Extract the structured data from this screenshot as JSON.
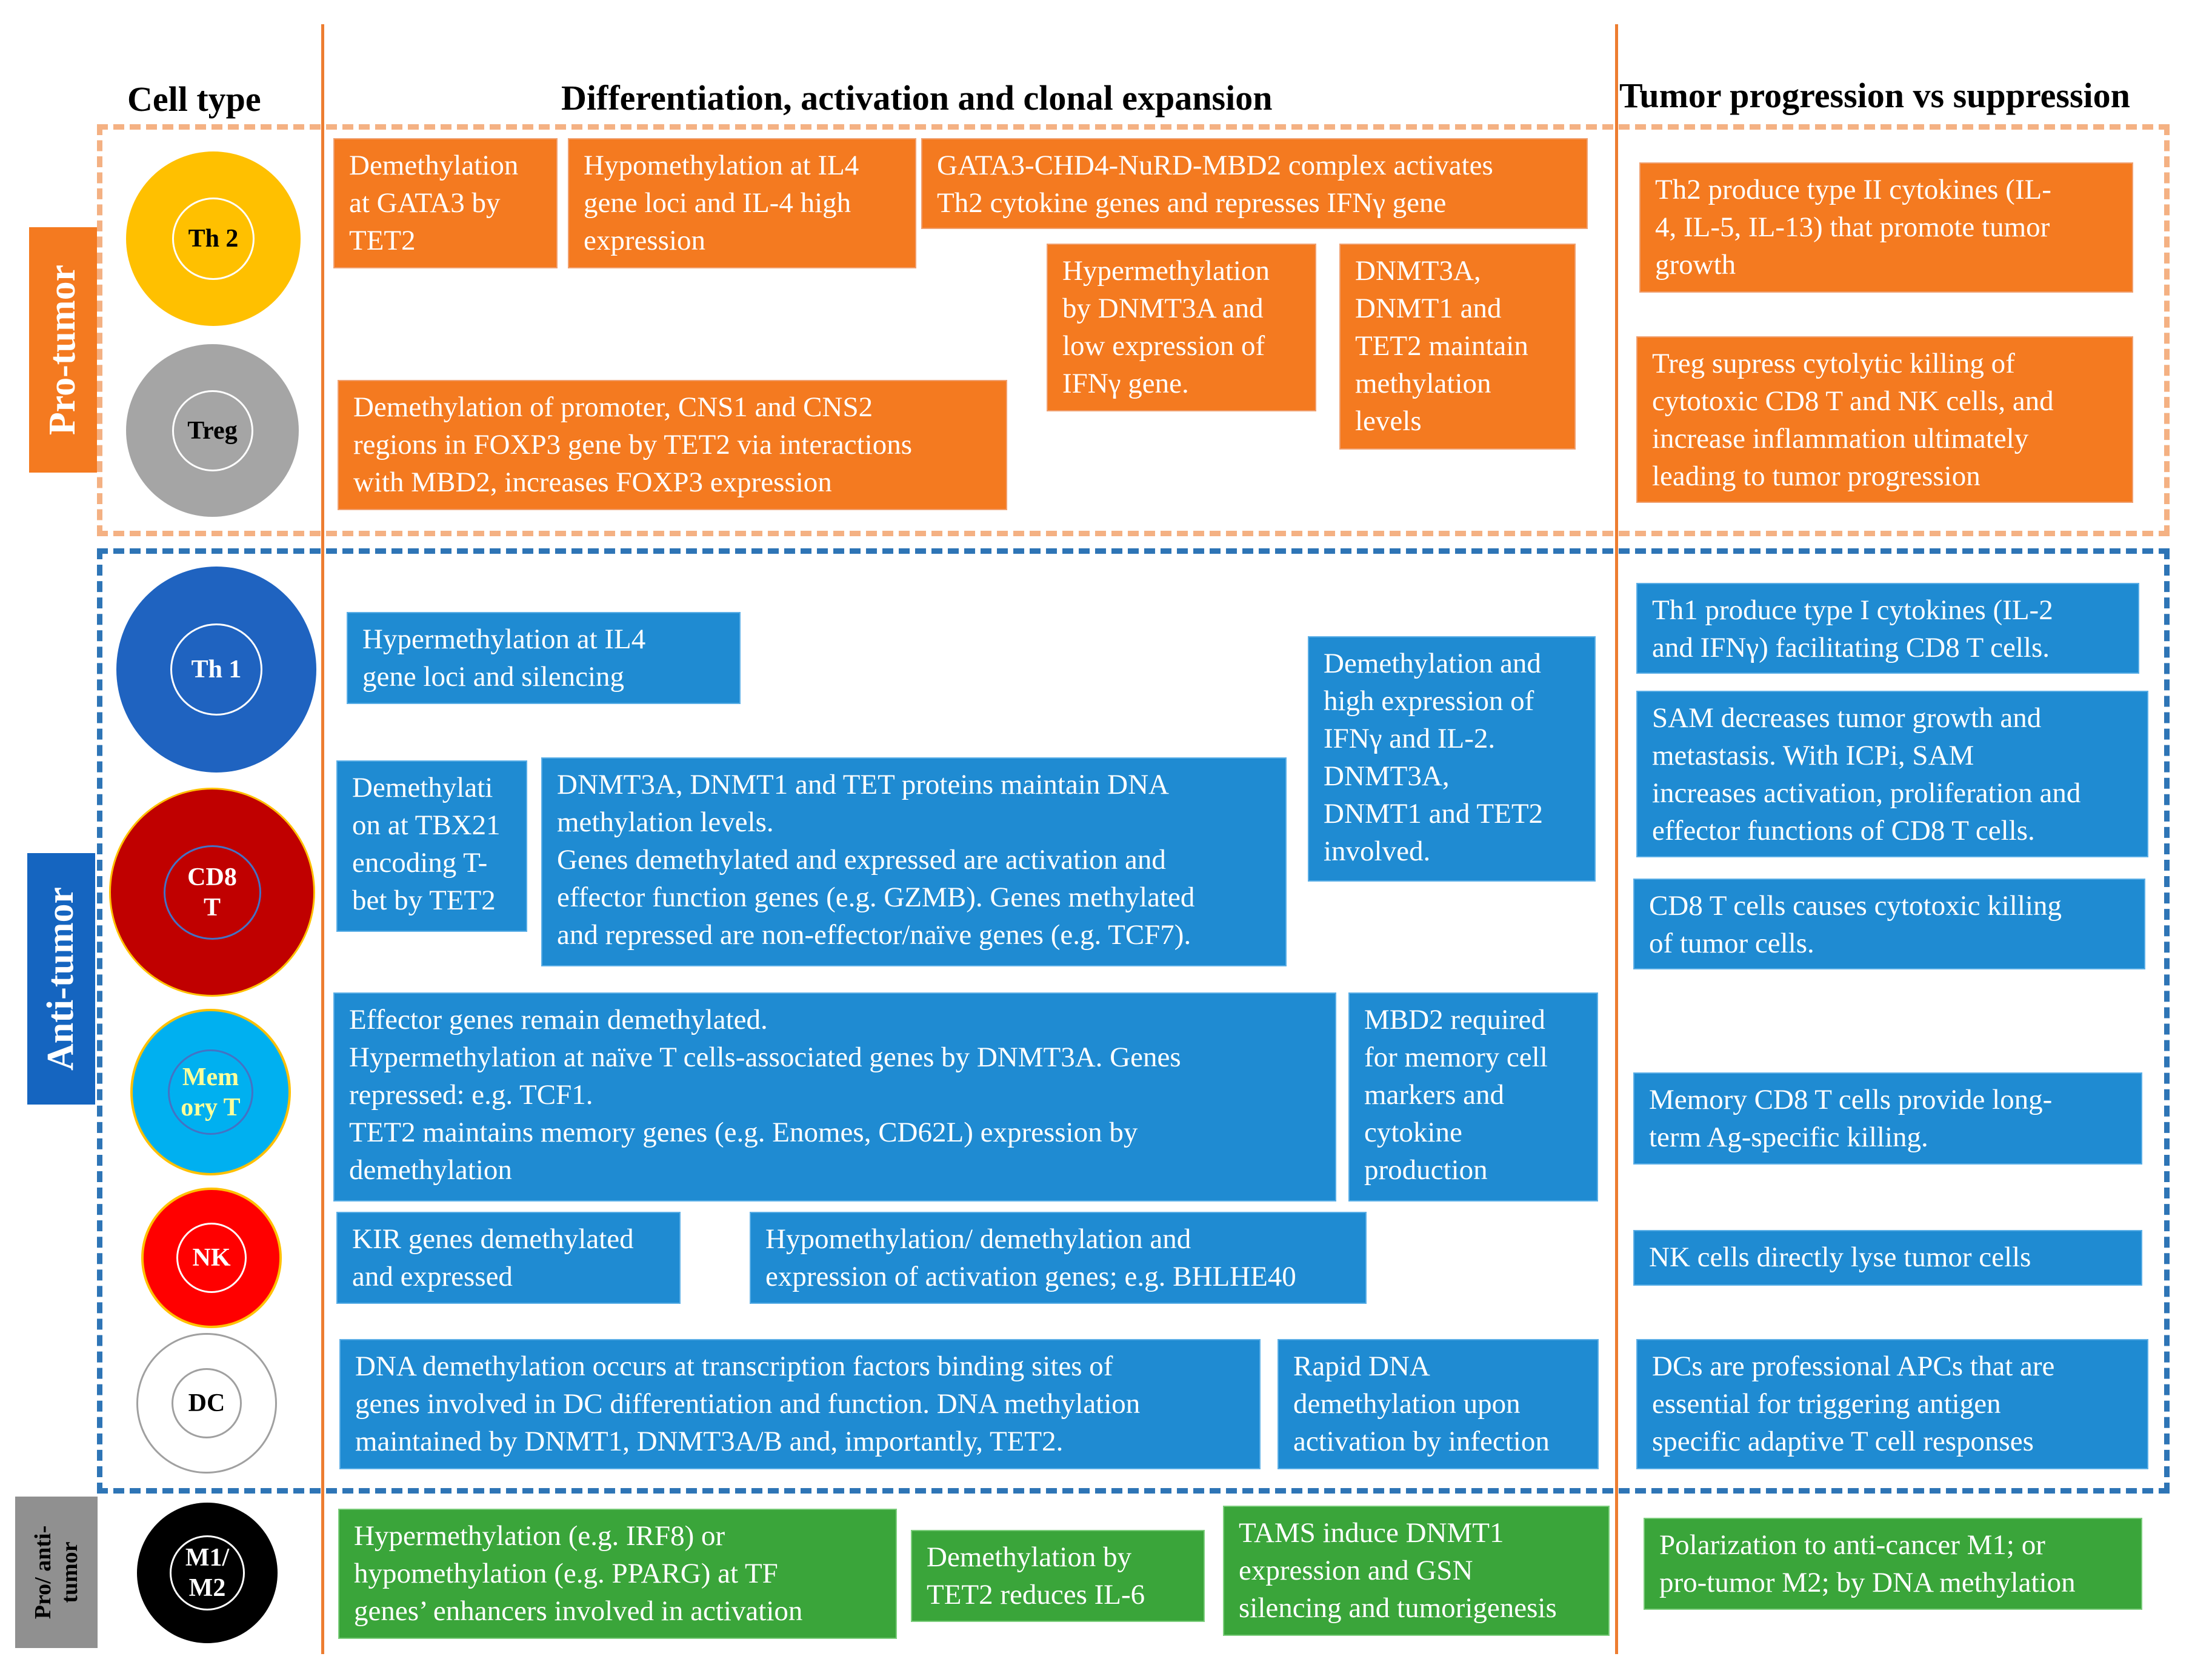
{
  "headers": {
    "cell_type": "Cell type",
    "differentiation": "Differentiation, activation and clonal expansion",
    "tumor": "Tumor progression vs suppression"
  },
  "groups": {
    "pro": "Pro-tumor",
    "anti": "Anti-tumor",
    "proanti_1": "Pro/ anti-",
    "proanti_2": "tumor"
  },
  "colors": {
    "orange": "#f47a20",
    "blue": "#1f8bd2",
    "green": "#3aa53a",
    "zone_pro": "#f4b183",
    "zone_anti": "#2e75b6",
    "divider": "#ed7d31"
  },
  "cells": {
    "th2": "Th 2",
    "treg": "Treg",
    "th1": "Th 1",
    "cd8_1": "CD8",
    "cd8_2": "T",
    "mem_1": "Mem",
    "mem_2": "ory T",
    "nk": "NK",
    "dc": "DC",
    "m_1": "M1/",
    "m_2": "M2"
  },
  "boxes": {
    "b1": [
      "Demethylation",
      "at GATA3 by",
      "TET2"
    ],
    "b2": [
      "Hypomethylation at IL4",
      "gene loci and IL-4 high",
      "expression"
    ],
    "b3": [
      "GATA3-CHD4-NuRD-MBD2 complex activates",
      "Th2 cytokine genes and represses IFNγ gene"
    ],
    "b4": [
      "Hypermethylation",
      "by DNMT3A and",
      "low expression of",
      "IFNγ gene."
    ],
    "b5": [
      "DNMT3A,",
      "DNMT1 and",
      "TET2 maintain",
      "methylation",
      "levels"
    ],
    "b6": [
      "Demethylation of promoter, CNS1 and CNS2",
      "regions in FOXP3 gene by TET2 via interactions",
      "with MBD2, increases FOXP3 expression"
    ],
    "r1": [
      "Th2 produce type II cytokines (IL-",
      "4, IL-5, IL-13) that promote tumor",
      "growth"
    ],
    "r2": [
      "Treg supress cytolytic killing of",
      "cytotoxic CD8 T and NK cells, and",
      "increase inflammation ultimately",
      "leading to tumor progression"
    ],
    "b7": [
      "Hypermethylation at IL4",
      "gene loci and silencing"
    ],
    "b8": [
      "Demethylation and",
      "high expression of",
      "IFNγ and IL-2.",
      "DNMT3A,",
      "DNMT1 and TET2",
      "involved."
    ],
    "b9": [
      "Demethylati",
      "on at TBX21",
      "encoding T-",
      "bet by TET2"
    ],
    "b10": [
      "DNMT3A, DNMT1 and TET proteins maintain DNA",
      "methylation levels.",
      "Genes demethylated and expressed are activation and",
      "effector function genes (e.g. GZMB). Genes methylated",
      "and repressed are non-effector/naïve genes (e.g. TCF7)."
    ],
    "r3": [
      "Th1 produce type I cytokines (IL-2",
      "and IFNγ) facilitating CD8 T cells."
    ],
    "r4": [
      "SAM decreases tumor growth and",
      "metastasis. With ICPi, SAM",
      "increases activation, proliferation and",
      "effector functions of CD8 T cells."
    ],
    "r5": [
      "CD8 T cells causes cytotoxic killing",
      "of tumor cells."
    ],
    "b11": [
      "Effector genes remain demethylated.",
      "Hypermethylation at naïve T cells-associated genes by DNMT3A. Genes",
      "repressed: e.g. TCF1.",
      "TET2 maintains memory genes (e.g. Enomes, CD62L) expression by",
      "demethylation"
    ],
    "b12": [
      "MBD2 required",
      "for memory cell",
      "markers and",
      "cytokine",
      "production"
    ],
    "r6": [
      "Memory CD8 T cells provide long-",
      "term Ag-specific killing."
    ],
    "b13": [
      "KIR genes demethylated",
      "and expressed"
    ],
    "b14": [
      "Hypomethylation/ demethylation and",
      "expression of activation genes; e.g. BHLHE40"
    ],
    "r7": [
      "NK cells directly lyse tumor cells"
    ],
    "b15": [
      "DNA demethylation occurs at transcription factors binding sites of",
      "genes involved in DC differentiation and function. DNA methylation",
      "maintained by DNMT1, DNMT3A/B and, importantly, TET2."
    ],
    "b16": [
      "Rapid DNA",
      "demethylation upon",
      "activation by infection"
    ],
    "r8": [
      "DCs are professional APCs that are",
      "essential for triggering antigen",
      "specific adaptive T cell responses"
    ],
    "g1": [
      "Hypermethylation (e.g. IRF8) or",
      "hypomethylation (e.g. PPARG) at TF",
      "genes’ enhancers involved in activation"
    ],
    "g2": [
      "Demethylation by",
      "TET2 reduces  IL-6"
    ],
    "g3": [
      "TAMS induce DNMT1",
      "expression and GSN",
      "silencing and tumorigenesis"
    ],
    "r9": [
      "Polarization to anti-cancer M1; or",
      "pro-tumor M2; by DNA methylation"
    ]
  }
}
